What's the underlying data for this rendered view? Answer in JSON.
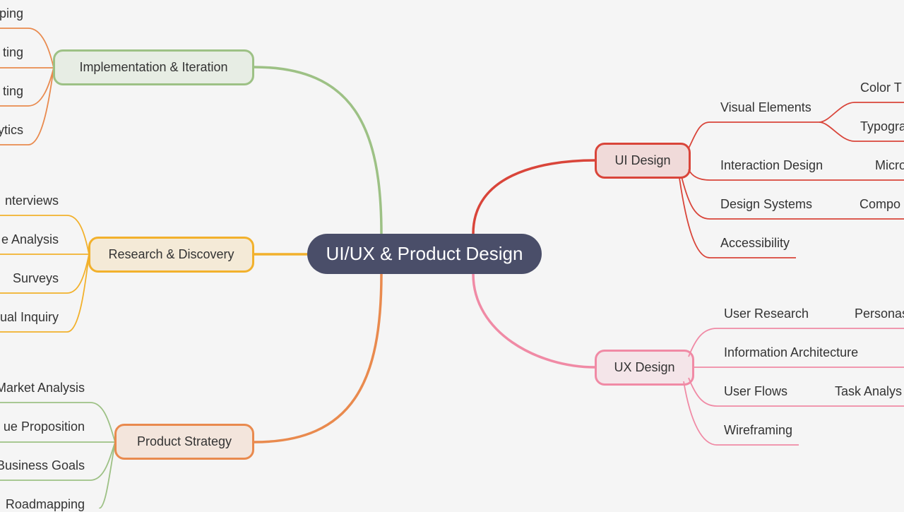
{
  "root": {
    "label": "UI/UX & Product Design"
  },
  "colors": {
    "root": "#4a4e69",
    "implementation": "#9dc185",
    "research": "#f2b12c",
    "strategy": "#e98a4e",
    "ui": "#d9453a",
    "ux": "#f08aa5"
  },
  "branches": {
    "implementation": {
      "label": "Implementation & Iteration",
      "children": [
        "ping",
        "ting",
        "ting",
        "ytics"
      ]
    },
    "research": {
      "label": "Research & Discovery",
      "children": [
        "nterviews",
        "e Analysis",
        "Surveys",
        "ual Inquiry"
      ]
    },
    "strategy": {
      "label": "Product Strategy",
      "children": [
        "Market Analysis",
        "ue Proposition",
        "Business Goals",
        "Roadmapping"
      ]
    },
    "ui": {
      "label": "UI Design",
      "children": [
        {
          "label": "Visual Elements",
          "children": [
            "Color T",
            "Typogra"
          ]
        },
        {
          "label": "Interaction Design",
          "children": [
            "Micro"
          ]
        },
        {
          "label": "Design Systems",
          "children": [
            "Compo"
          ]
        },
        {
          "label": "Accessibility",
          "children": []
        }
      ]
    },
    "ux": {
      "label": "UX Design",
      "children": [
        {
          "label": "User Research",
          "children": [
            "Personas"
          ]
        },
        {
          "label": "Information Architecture",
          "children": []
        },
        {
          "label": "User Flows",
          "children": [
            "Task Analys"
          ]
        },
        {
          "label": "Wireframing",
          "children": []
        }
      ]
    }
  }
}
